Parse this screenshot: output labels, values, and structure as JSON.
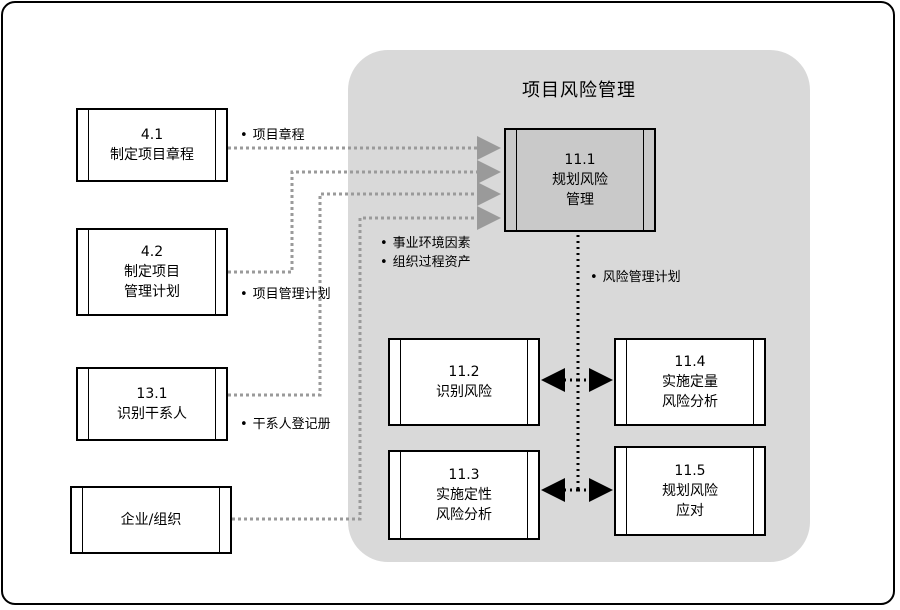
{
  "panel": {
    "title": "项目风险管理"
  },
  "inputs": [
    {
      "number": "4.1",
      "title": [
        "制定项目章程"
      ]
    },
    {
      "number": "4.2",
      "title": [
        "制定项目",
        "管理计划"
      ]
    },
    {
      "number": "13.1",
      "title": [
        "识别干系人"
      ]
    },
    {
      "number": "",
      "title": [
        "企业/组织"
      ]
    }
  ],
  "processes": [
    {
      "number": "11.1",
      "title": [
        "规划风险",
        "管理"
      ]
    },
    {
      "number": "11.2",
      "title": [
        "识别风险"
      ]
    },
    {
      "number": "11.3",
      "title": [
        "实施定性",
        "风险分析"
      ]
    },
    {
      "number": "11.4",
      "title": [
        "实施定量",
        "风险分析"
      ]
    },
    {
      "number": "11.5",
      "title": [
        "规划风险",
        "应对"
      ]
    }
  ],
  "flow_labels": {
    "charter": "项目章程",
    "plan": "项目管理计划",
    "register": "干系人登记册",
    "eef": "事业环境因素",
    "opa": "组织过程资产",
    "risk_plan": "风险管理计划"
  },
  "colors": {
    "panel": "#d9d9d9",
    "highlight_box": "#c9c9c9",
    "input_arrow": "#9a9a9a",
    "output_arrow": "#000000"
  }
}
